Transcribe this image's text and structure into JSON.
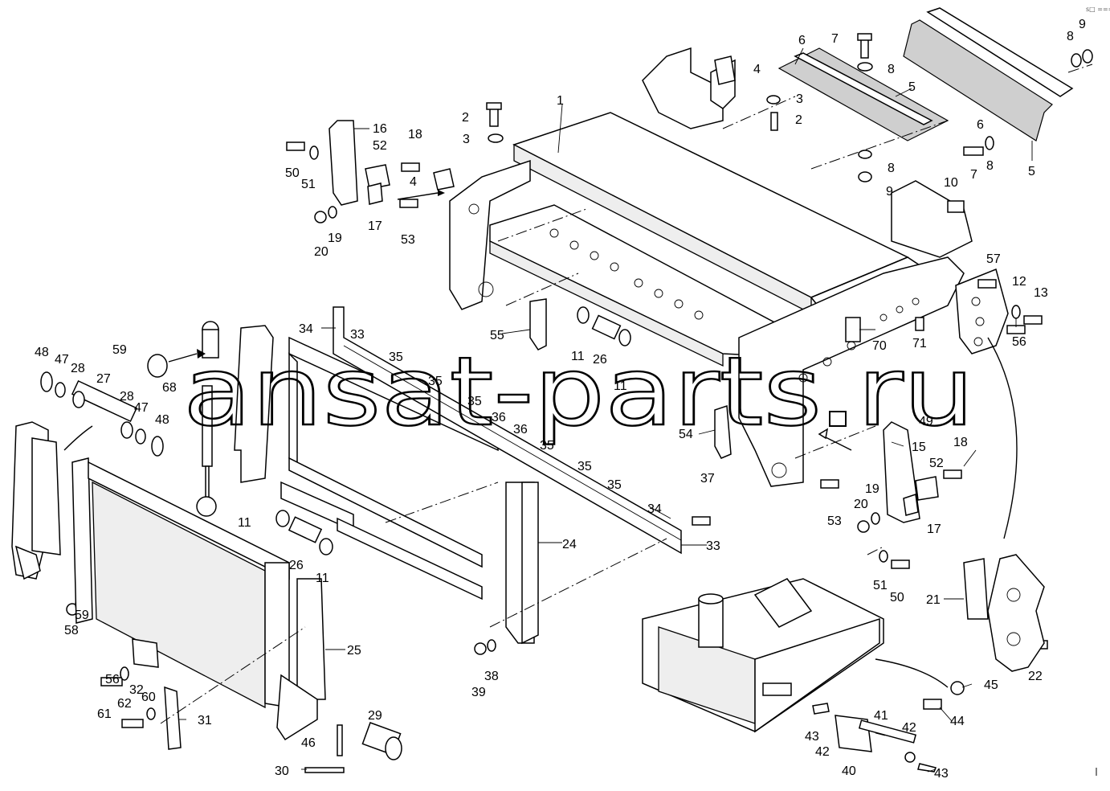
{
  "watermark": "ansat-parts.ru",
  "corner_mark": "s□ ===",
  "callouts": [
    {
      "id": "c-1",
      "text": "1"
    },
    {
      "id": "c-2a",
      "text": "2"
    },
    {
      "id": "c-2b",
      "text": "2"
    },
    {
      "id": "c-3a",
      "text": "3"
    },
    {
      "id": "c-3b",
      "text": "3"
    },
    {
      "id": "c-4a",
      "text": "4"
    },
    {
      "id": "c-4b",
      "text": "4"
    },
    {
      "id": "c-5a",
      "text": "5"
    },
    {
      "id": "c-5b",
      "text": "5"
    },
    {
      "id": "c-6a",
      "text": "6"
    },
    {
      "id": "c-6b",
      "text": "6"
    },
    {
      "id": "c-7a",
      "text": "7"
    },
    {
      "id": "c-7b",
      "text": "7"
    },
    {
      "id": "c-8a",
      "text": "8"
    },
    {
      "id": "c-8b",
      "text": "8"
    },
    {
      "id": "c-8c",
      "text": "8"
    },
    {
      "id": "c-8d",
      "text": "8"
    },
    {
      "id": "c-9a",
      "text": "9"
    },
    {
      "id": "c-9b",
      "text": "9"
    },
    {
      "id": "c-10",
      "text": "10"
    },
    {
      "id": "c-11a",
      "text": "11"
    },
    {
      "id": "c-11b",
      "text": "11"
    },
    {
      "id": "c-11c",
      "text": "11"
    },
    {
      "id": "c-11d",
      "text": "11"
    },
    {
      "id": "c-12",
      "text": "12"
    },
    {
      "id": "c-13",
      "text": "13"
    },
    {
      "id": "c-15",
      "text": "15"
    },
    {
      "id": "c-16",
      "text": "16"
    },
    {
      "id": "c-17a",
      "text": "17"
    },
    {
      "id": "c-17b",
      "text": "17"
    },
    {
      "id": "c-18a",
      "text": "18"
    },
    {
      "id": "c-18b",
      "text": "18"
    },
    {
      "id": "c-19a",
      "text": "19"
    },
    {
      "id": "c-19b",
      "text": "19"
    },
    {
      "id": "c-20a",
      "text": "20"
    },
    {
      "id": "c-20b",
      "text": "20"
    },
    {
      "id": "c-21",
      "text": "21"
    },
    {
      "id": "c-22",
      "text": "22"
    },
    {
      "id": "c-24",
      "text": "24"
    },
    {
      "id": "c-25",
      "text": "25"
    },
    {
      "id": "c-26a",
      "text": "26"
    },
    {
      "id": "c-26b",
      "text": "26"
    },
    {
      "id": "c-27",
      "text": "27"
    },
    {
      "id": "c-28a",
      "text": "28"
    },
    {
      "id": "c-28b",
      "text": "28"
    },
    {
      "id": "c-29",
      "text": "29"
    },
    {
      "id": "c-30",
      "text": "30"
    },
    {
      "id": "c-31",
      "text": "31"
    },
    {
      "id": "c-32",
      "text": "32"
    },
    {
      "id": "c-33a",
      "text": "33"
    },
    {
      "id": "c-33b",
      "text": "33"
    },
    {
      "id": "c-34a",
      "text": "34"
    },
    {
      "id": "c-34b",
      "text": "34"
    },
    {
      "id": "c-35a",
      "text": "35"
    },
    {
      "id": "c-35b",
      "text": "35"
    },
    {
      "id": "c-35c",
      "text": "35"
    },
    {
      "id": "c-35d",
      "text": "35"
    },
    {
      "id": "c-35e",
      "text": "35"
    },
    {
      "id": "c-35f",
      "text": "35"
    },
    {
      "id": "c-36a",
      "text": "36"
    },
    {
      "id": "c-36b",
      "text": "36"
    },
    {
      "id": "c-37",
      "text": "37"
    },
    {
      "id": "c-38",
      "text": "38"
    },
    {
      "id": "c-39",
      "text": "39"
    },
    {
      "id": "c-40",
      "text": "40"
    },
    {
      "id": "c-41",
      "text": "41"
    },
    {
      "id": "c-42a",
      "text": "42"
    },
    {
      "id": "c-42b",
      "text": "42"
    },
    {
      "id": "c-43a",
      "text": "43"
    },
    {
      "id": "c-43b",
      "text": "43"
    },
    {
      "id": "c-44",
      "text": "44"
    },
    {
      "id": "c-45",
      "text": "45"
    },
    {
      "id": "c-46",
      "text": "46"
    },
    {
      "id": "c-47a",
      "text": "47"
    },
    {
      "id": "c-47b",
      "text": "47"
    },
    {
      "id": "c-48a",
      "text": "48"
    },
    {
      "id": "c-48b",
      "text": "48"
    },
    {
      "id": "c-49",
      "text": "49"
    },
    {
      "id": "c-50a",
      "text": "50"
    },
    {
      "id": "c-50b",
      "text": "50"
    },
    {
      "id": "c-51a",
      "text": "51"
    },
    {
      "id": "c-51b",
      "text": "51"
    },
    {
      "id": "c-52a",
      "text": "52"
    },
    {
      "id": "c-52b",
      "text": "52"
    },
    {
      "id": "c-53a",
      "text": "53"
    },
    {
      "id": "c-53b",
      "text": "53"
    },
    {
      "id": "c-54",
      "text": "54"
    },
    {
      "id": "c-55",
      "text": "55"
    },
    {
      "id": "c-56a",
      "text": "56"
    },
    {
      "id": "c-56b",
      "text": "56"
    },
    {
      "id": "c-57",
      "text": "57"
    },
    {
      "id": "c-58",
      "text": "58"
    },
    {
      "id": "c-59a",
      "text": "59"
    },
    {
      "id": "c-59b",
      "text": "59"
    },
    {
      "id": "c-60",
      "text": "60"
    },
    {
      "id": "c-61",
      "text": "61"
    },
    {
      "id": "c-62",
      "text": "62"
    },
    {
      "id": "c-68",
      "text": "68"
    },
    {
      "id": "c-70",
      "text": "70"
    },
    {
      "id": "c-71",
      "text": "71"
    }
  ]
}
